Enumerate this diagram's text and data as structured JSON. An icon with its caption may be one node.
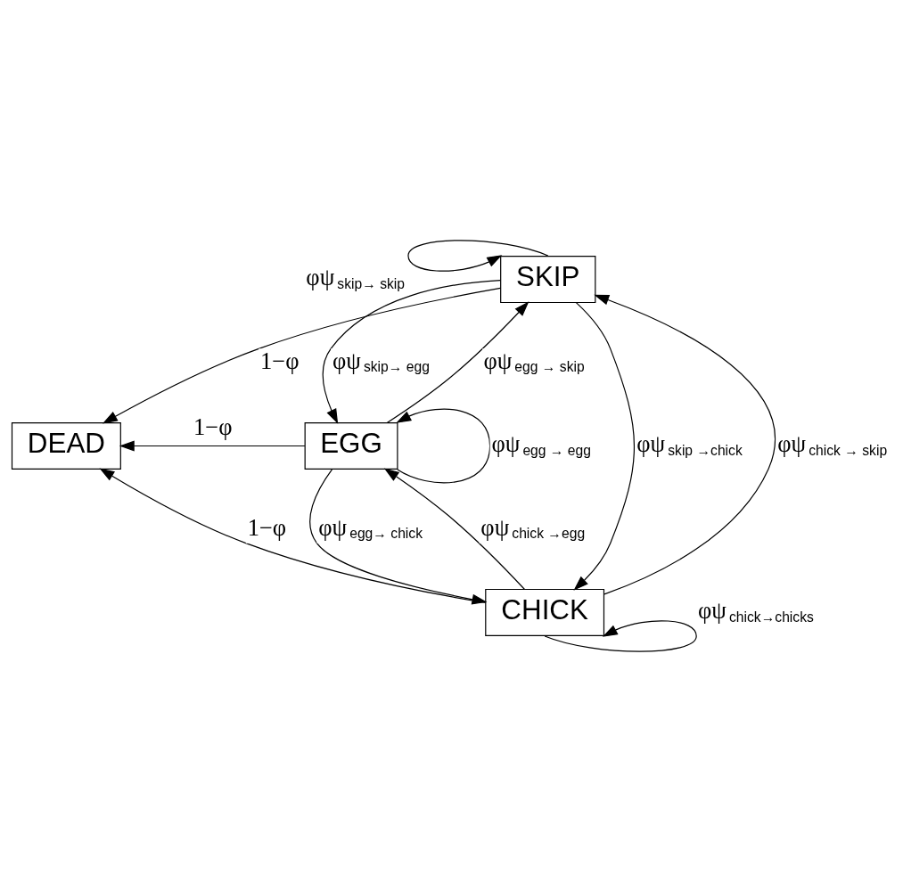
{
  "diagram": {
    "nodes": [
      {
        "text": [
          "SKIP"
        ]
      },
      {
        "text": [
          "DEAD"
        ]
      },
      {
        "text": [
          "EGG"
        ]
      },
      {
        "text": [
          "CHICK"
        ]
      }
    ],
    "edges": [
      {
        "from": 0,
        "to": 0,
        "arrow": "to",
        "label": "φψ$_{skip→ skip}$"
      },
      {
        "from": 0,
        "to": 1,
        "arrow": "to",
        "label": "1−φ"
      },
      {
        "from": 0,
        "to": 2,
        "arrow": "to",
        "label": "φψ$_{skip→ egg}$"
      },
      {
        "from": 2,
        "to": 0,
        "arrow": "to",
        "label": "φψ$_{egg → skip}$"
      },
      {
        "from": 0,
        "to": 3,
        "arrow": "to",
        "label": "φψ$_{skip →chick}$"
      },
      {
        "from": 3,
        "to": 0,
        "arrow": "to",
        "label": "φψ$_{chick → skip}$"
      },
      {
        "from": 2,
        "to": 1,
        "arrow": "to",
        "label": "1−φ"
      },
      {
        "from": 2,
        "to": 2,
        "arrow": "to",
        "label": "φψ$_{egg → egg}$"
      },
      {
        "from": 3,
        "to": 2,
        "arrow": "to",
        "label": "φψ$_{chick →egg}$"
      },
      {
        "from": 2,
        "to": 3,
        "arrow": "to",
        "label": "φψ$_{egg→ chick}$"
      },
      {
        "from": 3,
        "to": 1,
        "arrow": "to",
        "label": "1−φ"
      },
      {
        "from": 3,
        "to": 3,
        "arrow": "to",
        "label": "φψ$_{chick→chicks}$"
      }
    ]
  }
}
